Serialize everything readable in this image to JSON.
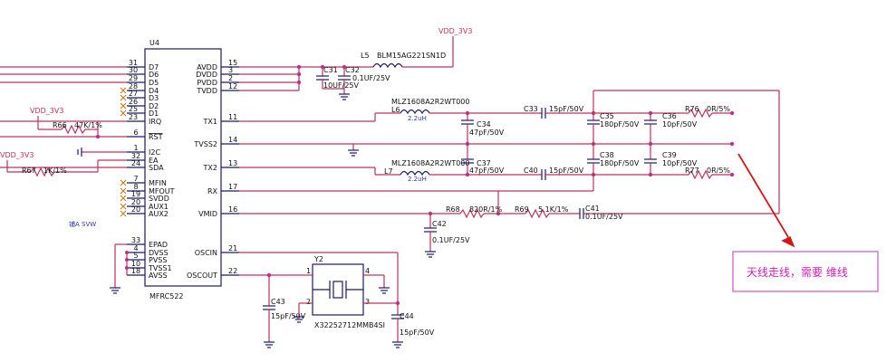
{
  "chip": {
    "ref": "U4",
    "part": "MFRC522",
    "left_pins": [
      {
        "num": "31",
        "name": "D7"
      },
      {
        "num": "30",
        "name": "D6"
      },
      {
        "num": "29",
        "name": "D5"
      },
      {
        "num": "28",
        "name": "D4"
      },
      {
        "num": "27",
        "name": "D3"
      },
      {
        "num": "26",
        "name": "D2"
      },
      {
        "num": "25",
        "name": "D1"
      },
      {
        "num": "23",
        "name": "IRQ"
      },
      {
        "num": "6",
        "name": "RST"
      },
      {
        "num": "1",
        "name": "I2C"
      },
      {
        "num": "32",
        "name": "EA"
      },
      {
        "num": "24",
        "name": "SDA"
      },
      {
        "num": "7",
        "name": "MFIN"
      },
      {
        "num": "8",
        "name": "MFOUT"
      },
      {
        "num": "19",
        "name": "SVDD"
      },
      {
        "num": "20",
        "name": "AUX1"
      },
      {
        "num": "20",
        "name": "AUX2"
      },
      {
        "num": "33",
        "name": "EPAD"
      },
      {
        "num": "4",
        "name": "DVSS"
      },
      {
        "num": "5",
        "name": "PVSS"
      },
      {
        "num": "10",
        "name": "TVSS1"
      },
      {
        "num": "18",
        "name": "AVSS"
      }
    ],
    "right_pins": [
      {
        "num": "15",
        "name": "AVDD"
      },
      {
        "num": "3",
        "name": "DVDD"
      },
      {
        "num": "2",
        "name": "PVDD"
      },
      {
        "num": "12",
        "name": "TVDD"
      },
      {
        "num": "11",
        "name": "TX1"
      },
      {
        "num": "14",
        "name": "TVSS2"
      },
      {
        "num": "13",
        "name": "TX2"
      },
      {
        "num": "17",
        "name": "RX"
      },
      {
        "num": "16",
        "name": "VMID"
      },
      {
        "num": "21",
        "name": "OSCIN"
      },
      {
        "num": "22",
        "name": "OSCOUT"
      }
    ]
  },
  "labels": {
    "vdd_top": "VDD_3V3",
    "vdd_r66": "VDD_3V3",
    "vdd_r67": "VDD_3V3",
    "l5": "L5",
    "l5_part": "BLM15AG221SN1D",
    "c31": "C31",
    "c31_val": "10UF/25V",
    "c32": "C32",
    "c32_val": "0.1UF/25V",
    "l6_part": "MLZ1608A2R2WT000",
    "l6": "L6",
    "l6_val": "2.2uH",
    "l7_part": "MLZ1608A2R2WT000",
    "l7": "L7",
    "l7_val": "2.2uH",
    "c33": "C33",
    "c33_val": "15pF/50V",
    "c34": "C34",
    "c34_val": "47pF/50V",
    "c35": "C35",
    "c35_val": "180pF/50V",
    "c36": "C36",
    "c36_val": "10pF/50V",
    "r76": "R76",
    "r76_val": "0R/5%",
    "c37": "C37",
    "c37_val": "47pF/50V",
    "c38": "C38",
    "c38_val": "180pF/50V",
    "c39": "C39",
    "c39_val": "10pF/50V",
    "c40": "C40",
    "c40_val": "15pF/50V",
    "r77": "R77",
    "r77_val": "0R/5%",
    "r66": "R66",
    "r66_val": "47K/1%",
    "r67": "R67",
    "r67_val": "1K/1%",
    "r68": "R68",
    "r68_val": "820R/1%",
    "r69": "R69",
    "r69_val": "5.1K/1%",
    "c41": "C41",
    "c41_val": "0.1UF/25V",
    "c42": "C42",
    "c42_val": "0.1UF/25V",
    "y2": "Y2",
    "y2_part": "X32252712MMB4SI",
    "c43": "C43",
    "c43_val": "15pF/50V",
    "c44": "C44",
    "c44_val": "15pF/50V",
    "y2_p1": "1",
    "y2_p2": "2",
    "y2_p3": "3",
    "y2_p4": "4",
    "note_small": "铺A SVW",
    "annotation": "天线走线，需要 维线"
  }
}
